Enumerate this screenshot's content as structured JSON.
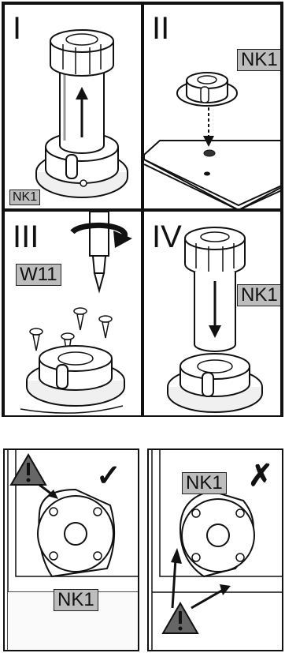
{
  "steps": [
    {
      "numeral": "I",
      "label": "NK1"
    },
    {
      "numeral": "II",
      "label": "NK1"
    },
    {
      "numeral": "III",
      "label": "W11"
    },
    {
      "numeral": "IV",
      "label": "NK1"
    }
  ],
  "bottom": {
    "correct": {
      "label": "NK1",
      "mark": "✓"
    },
    "wrong": {
      "label": "NK1",
      "mark": "✗"
    }
  }
}
